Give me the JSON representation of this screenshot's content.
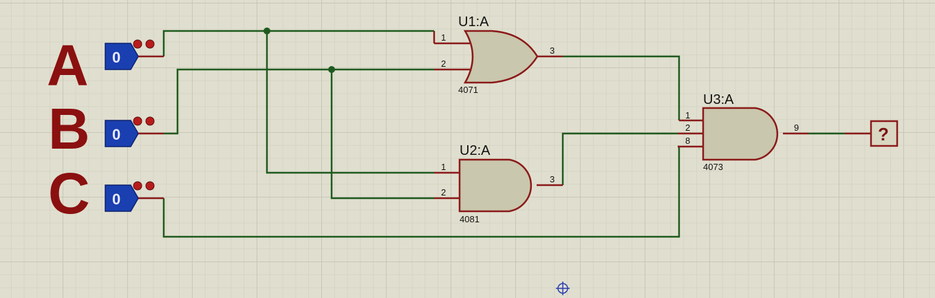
{
  "inputs": [
    {
      "label": "A",
      "value": "0"
    },
    {
      "label": "B",
      "value": "0"
    },
    {
      "label": "C",
      "value": "0"
    }
  ],
  "gates": {
    "u1": {
      "name": "U1:A",
      "part": "4071",
      "pin_in1": "1",
      "pin_in2": "2",
      "pin_out": "3",
      "type": "or-gate"
    },
    "u2": {
      "name": "U2:A",
      "part": "4081",
      "pin_in1": "1",
      "pin_in2": "2",
      "pin_out": "3",
      "type": "and-gate"
    },
    "u3": {
      "name": "U3:A",
      "part": "4073",
      "pin_in1": "1",
      "pin_in2": "2",
      "pin_in3": "8",
      "pin_out": "9",
      "type": "and-gate-3-input"
    }
  },
  "output_probe": {
    "value": "?"
  },
  "colors": {
    "wire": "#1f5a1f",
    "pin": "#8b1a1a",
    "gate_fill": "#c9c7ad",
    "label": "#8b1010",
    "logic_state_box": "#1a3fb0",
    "background": "#e0dfcf"
  }
}
